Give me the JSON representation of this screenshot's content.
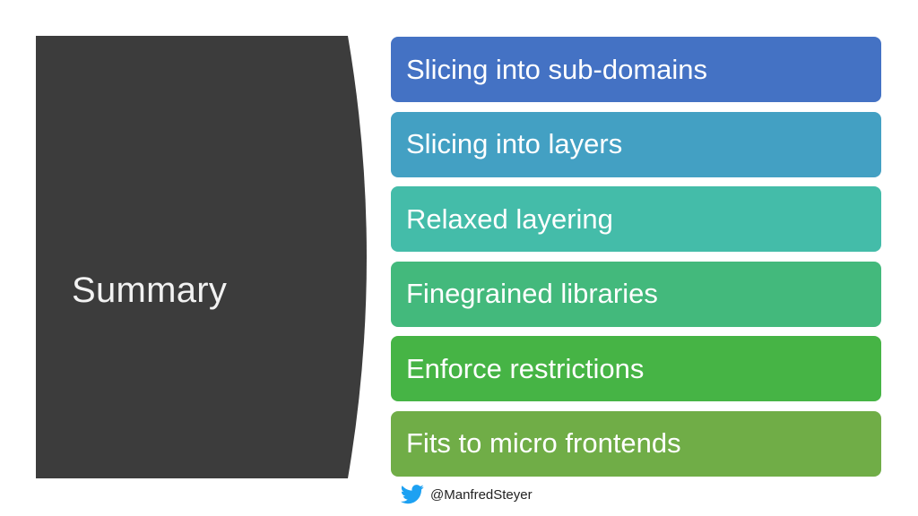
{
  "slide": {
    "title": "Summary",
    "items": [
      {
        "label": "Slicing into sub-domains",
        "color": "#4472c4"
      },
      {
        "label": "Slicing into layers",
        "color": "#43a0c3"
      },
      {
        "label": "Relaxed layering",
        "color": "#44bca9"
      },
      {
        "label": "Finegrained libraries",
        "color": "#43b97c"
      },
      {
        "label": "Enforce restrictions",
        "color": "#46b445"
      },
      {
        "label": "Fits to micro frontends",
        "color": "#70ad47"
      }
    ],
    "panel_color": "#3c3c3c"
  },
  "footer": {
    "icon": "twitter-icon",
    "icon_color": "#1da1f2",
    "handle": "@ManfredSteyer"
  }
}
